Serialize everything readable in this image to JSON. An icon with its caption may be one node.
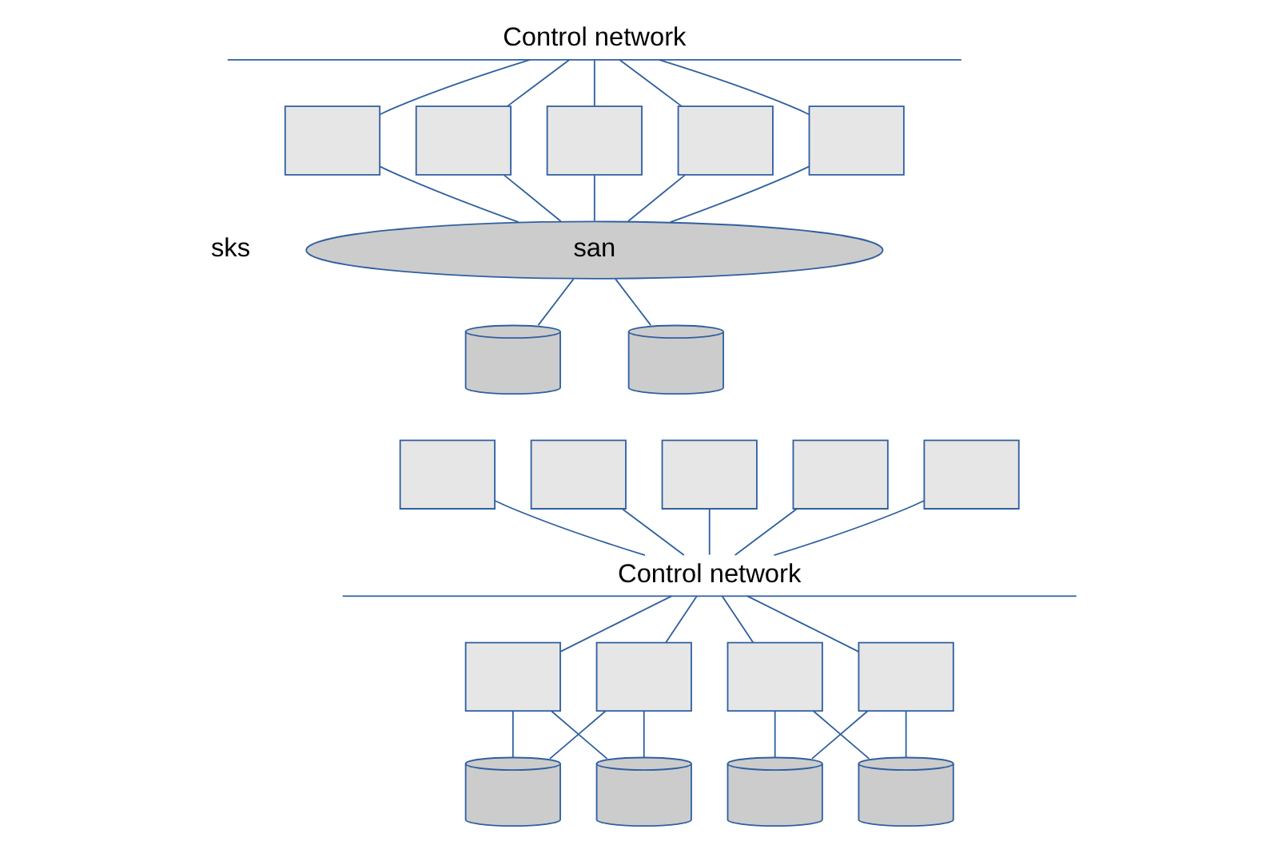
{
  "diagram": {
    "nodes": [
      {
        "text": [
          "Control network"
        ]
      },
      {
        "text": [],
        "shape": "box"
      },
      {
        "text": [],
        "shape": "box"
      },
      {
        "text": [],
        "shape": "box"
      },
      {
        "text": [],
        "shape": "box"
      },
      {
        "text": [],
        "shape": "box"
      },
      {
        "text": [
          "san"
        ]
      },
      {
        "text": [],
        "shape": "cylinder"
      },
      {
        "text": [],
        "shape": "cylinder"
      },
      {
        "text": [
          "Control network"
        ]
      },
      {
        "text": [],
        "shape": "box"
      },
      {
        "text": [],
        "shape": "box"
      },
      {
        "text": [],
        "shape": "box"
      },
      {
        "text": [],
        "shape": "box"
      },
      {
        "text": [],
        "shape": "box"
      },
      {
        "text": [],
        "shape": "box"
      },
      {
        "text": [],
        "shape": "box"
      },
      {
        "text": [],
        "shape": "box"
      },
      {
        "text": [],
        "shape": "box"
      },
      {
        "text": [],
        "shape": "cylinder"
      },
      {
        "text": [],
        "shape": "cylinder"
      },
      {
        "text": [],
        "shape": "cylinder"
      },
      {
        "text": [],
        "shape": "cylinder"
      }
    ],
    "edges": [
      {
        "from": 0,
        "to": 1,
        "arrow": "none"
      },
      {
        "from": 0,
        "to": 2,
        "arrow": "none"
      },
      {
        "from": 0,
        "to": 3,
        "arrow": "none"
      },
      {
        "from": 0,
        "to": 4,
        "arrow": "none"
      },
      {
        "from": 0,
        "to": 5,
        "arrow": "none"
      },
      {
        "from": 1,
        "to": 6,
        "arrow": "none"
      },
      {
        "from": 2,
        "to": 6,
        "arrow": "none"
      },
      {
        "from": 3,
        "to": 6,
        "arrow": "none"
      },
      {
        "from": 4,
        "to": 6,
        "arrow": "none"
      },
      {
        "from": 5,
        "to": 6,
        "arrow": "none"
      },
      {
        "from": 6,
        "to": 7,
        "arrow": "none"
      },
      {
        "from": 6,
        "to": 8,
        "arrow": "none"
      },
      {
        "from": 10,
        "to": 9,
        "arrow": "none"
      },
      {
        "from": 11,
        "to": 9,
        "arrow": "none"
      },
      {
        "from": 12,
        "to": 9,
        "arrow": "none"
      },
      {
        "from": 13,
        "to": 9,
        "arrow": "none"
      },
      {
        "from": 14,
        "to": 9,
        "arrow": "none"
      },
      {
        "from": 9,
        "to": 15,
        "arrow": "none"
      },
      {
        "from": 9,
        "to": 16,
        "arrow": "none"
      },
      {
        "from": 9,
        "to": 17,
        "arrow": "none"
      },
      {
        "from": 9,
        "to": 18,
        "arrow": "none"
      },
      {
        "from": 15,
        "to": 19,
        "arrow": "none"
      },
      {
        "from": 15,
        "to": 20,
        "arrow": "none"
      },
      {
        "from": 16,
        "to": 19,
        "arrow": "none"
      },
      {
        "from": 16,
        "to": 20,
        "arrow": "none"
      },
      {
        "from": 17,
        "to": 21,
        "arrow": "none"
      },
      {
        "from": 17,
        "to": 22,
        "arrow": "none"
      },
      {
        "from": 18,
        "to": 21,
        "arrow": "none"
      },
      {
        "from": 18,
        "to": 22,
        "arrow": "none"
      }
    ],
    "labels": [
      "sks"
    ]
  }
}
